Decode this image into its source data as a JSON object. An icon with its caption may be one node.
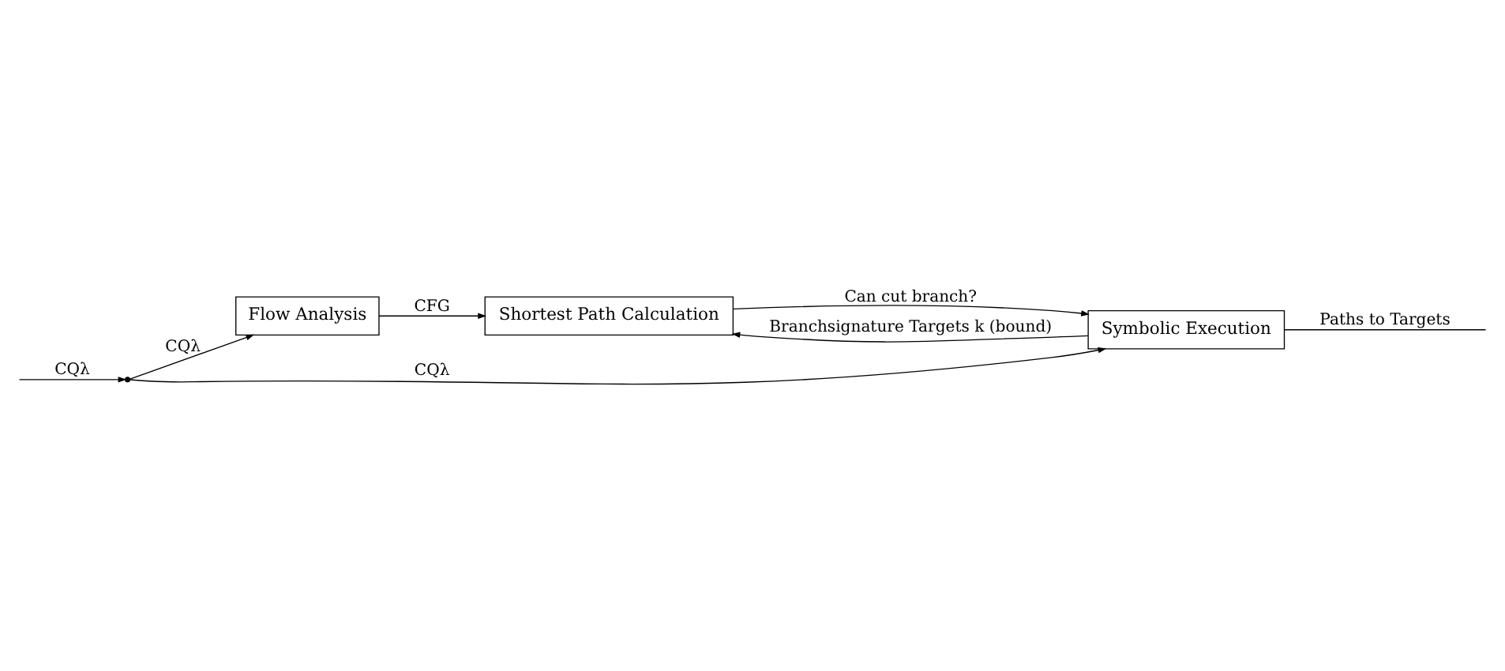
{
  "diagram": {
    "nodes": [
      {
        "text": [
          "Flow Analysis"
        ]
      },
      {
        "text": [
          "Shortest Path Calculation"
        ]
      },
      {
        "text": [
          "Symbolic Execution"
        ]
      },
      {
        "text": [],
        "shape": "point"
      }
    ],
    "edges": [
      {
        "from": null,
        "to": 3,
        "arrow": "to",
        "label": "CQλ"
      },
      {
        "from": 3,
        "to": 0,
        "arrow": "to",
        "label": "CQλ"
      },
      {
        "from": 3,
        "to": 2,
        "arrow": "to",
        "label": "CQλ"
      },
      {
        "from": 0,
        "to": 1,
        "arrow": "to",
        "label": "CFG"
      },
      {
        "from": 2,
        "to": 1,
        "arrow": "to",
        "label": "Branchsignature Targets k (bound)"
      },
      {
        "from": 1,
        "to": 2,
        "arrow": "to",
        "label": "Can cut branch?"
      },
      {
        "from": 2,
        "to": null,
        "arrow": "none",
        "label": "Paths to Targets"
      }
    ]
  }
}
